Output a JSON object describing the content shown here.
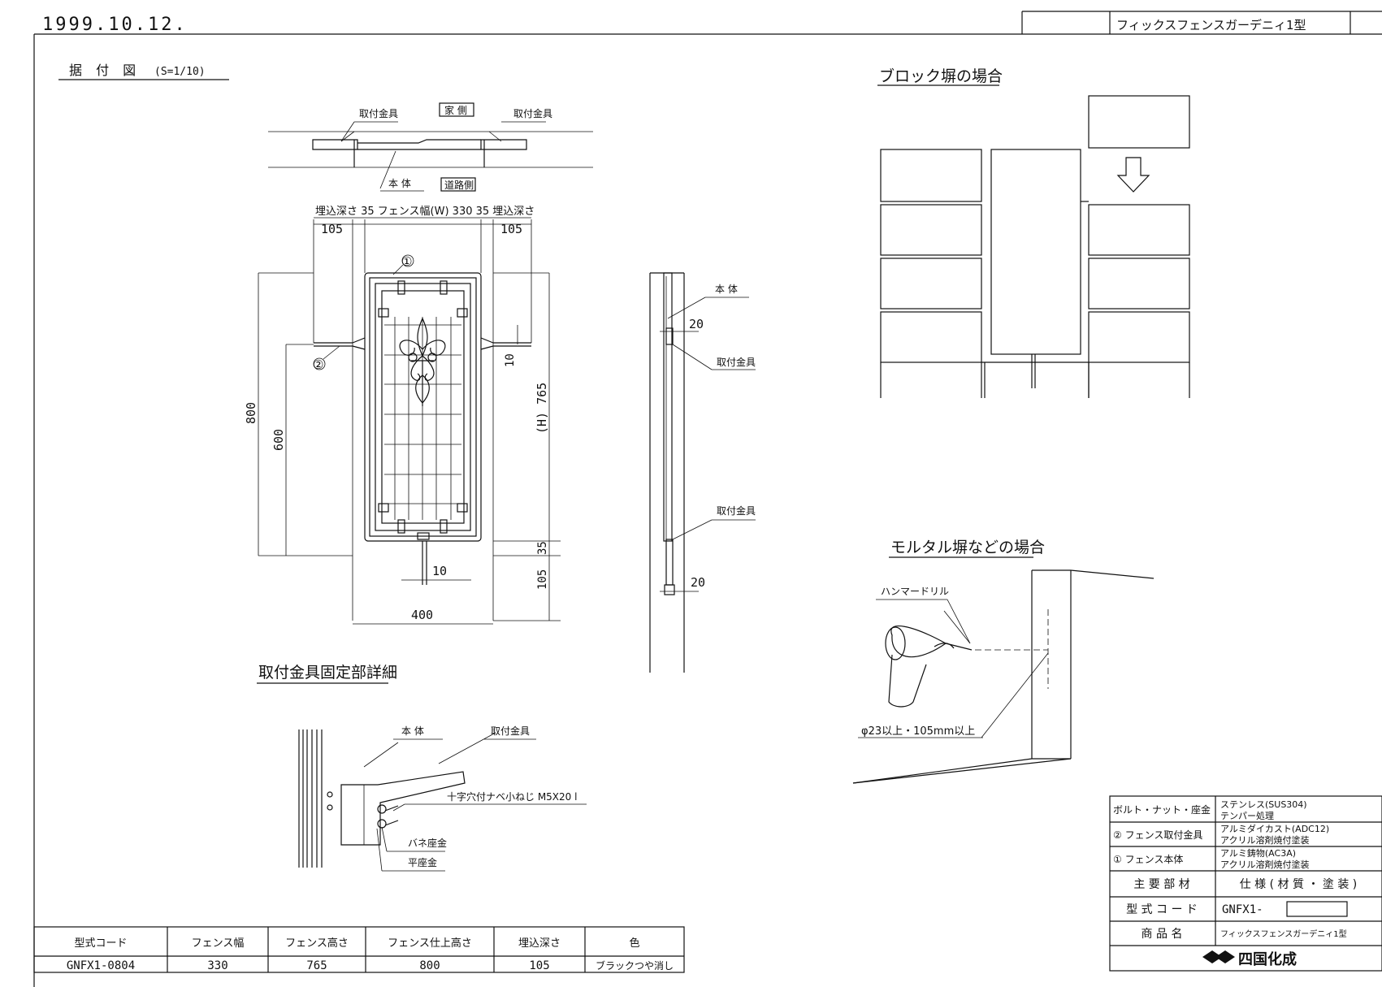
{
  "header": {
    "date": "1999.10.12.",
    "product_title": "フィックスフェンスガーデニィ1型"
  },
  "main_view": {
    "title": "据 付 図",
    "scale": "(S=1/10)",
    "labels": {
      "bracket_left": "取付金具",
      "bracket_right": "取付金具",
      "house_side": "家 側",
      "road_side": "道路側",
      "body": "本 体",
      "top_dim": "埋込深さ 35 フェンス幅(W) 330 35 埋込深さ",
      "embed_left": "105",
      "embed_right": "105",
      "height_total": "800",
      "height_mount": "600",
      "height_h": "(H) 765",
      "dim_10_right": "10",
      "dim_10_bottom": "10",
      "dim_105": "105",
      "dim_35": "35",
      "width_total": "400",
      "marker_1": "①",
      "marker_2": "②"
    }
  },
  "side_view": {
    "body": "本 体",
    "bracket_top": "取付金具",
    "bracket_bottom": "取付金具",
    "dim_20_top": "20",
    "dim_20_bottom": "20"
  },
  "detail_view": {
    "title": "取付金具固定部詳細",
    "body": "本 体",
    "bracket": "取付金具",
    "screw": "十字穴付ナベ小ねじ M5X20 l",
    "spring_washer": "バネ座金",
    "flat_washer": "平座金"
  },
  "block_wall": {
    "title": "ブロック塀の場合"
  },
  "mortar_wall": {
    "title": "モルタル塀などの場合",
    "drill": "ハンマードリル",
    "hole": "φ23以上・105mm以上"
  },
  "spec_table": {
    "headers": [
      "型式コード",
      "フェンス幅",
      "フェンス高さ",
      "フェンス仕上高さ",
      "埋込深さ",
      "色"
    ],
    "row": [
      "GNFX1-0804",
      "330",
      "765",
      "800",
      "105",
      "ブラックつや消し"
    ]
  },
  "parts_table": {
    "rows": [
      {
        "part": "ボルト・ナット・座金",
        "spec1": "ステンレス(SUS304)",
        "spec2": "テンパー処理"
      },
      {
        "part": "② フェンス取付金具",
        "spec1": "アルミダイカスト(ADC12)",
        "spec2": "アクリル溶剤焼付塗装"
      },
      {
        "part": "① フェンス本体",
        "spec1": "アルミ鋳物(AC3A)",
        "spec2": "アクリル溶剤焼付塗装"
      }
    ],
    "header_left": "主 要 部 材",
    "header_right": "仕 様 ( 材 質 ・ 塗 装 )",
    "model_label": "型 式 コ ー ド",
    "model_value": "GNFX1-",
    "product_label": "商 品 名",
    "product_value": "フィックスフェンスガーデニィ1型",
    "maker": "四国化成"
  }
}
